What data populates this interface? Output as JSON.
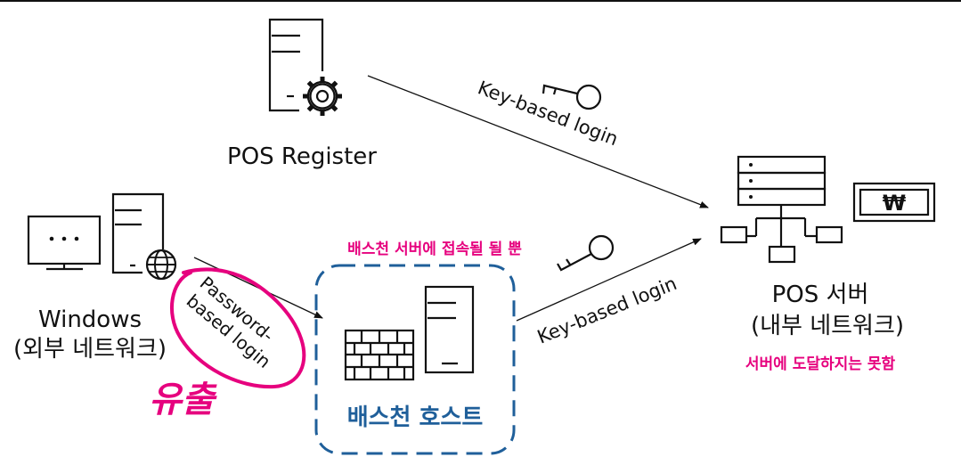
{
  "nodes": {
    "pos_register": {
      "label": "POS Register",
      "icon": "server-gear-icon"
    },
    "windows": {
      "label_line1": "Windows",
      "label_line2": "(외부 네트워크)",
      "icon": "desktop-server-globe-icon"
    },
    "bastion": {
      "label": "배스천 호스트",
      "icon": "firewall-server-icon"
    },
    "pos_server": {
      "label_line1": "POS 서버",
      "label_line2": "(내부 네트워크)",
      "icon": "server-network-icon",
      "badge": "₩"
    }
  },
  "edges": {
    "register_to_server": {
      "label": "Key-based login",
      "icon": "key-icon"
    },
    "bastion_to_server": {
      "label": "Key-based login",
      "icon": "key-icon"
    },
    "windows_to_bastion": {
      "label_line1": "Password-",
      "label_line2": "based login"
    }
  },
  "annotations": {
    "bastion_note": "배스천 서버에 접속될 될 뿐",
    "server_note": "서버에 도달하지는 못함",
    "leak_note": "유출"
  },
  "colors": {
    "annotation": "#e6007e",
    "bastion_box": "#1f5f9a",
    "lines": "#111111"
  }
}
